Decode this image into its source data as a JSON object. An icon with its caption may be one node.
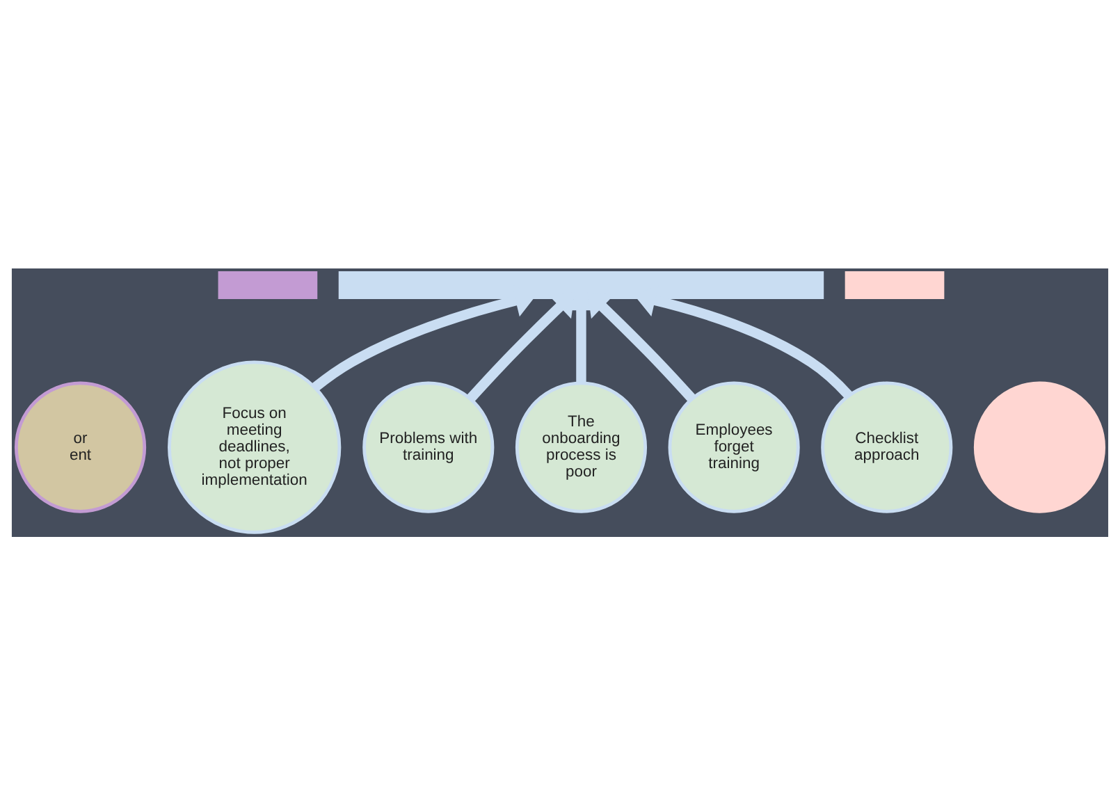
{
  "diagram": {
    "nodes": [
      {
        "text": [],
        "shape": "box"
      },
      {
        "text": [],
        "shape": "box"
      },
      {
        "text": [],
        "shape": "box"
      },
      {
        "text": [
          "or",
          "ent"
        ]
      },
      {
        "text": [
          "Focus on meeting deadlines, not proper implementation"
        ]
      },
      {
        "text": [
          "Problems with training"
        ]
      },
      {
        "text": [
          "The onboarding process is poor"
        ]
      },
      {
        "text": [
          "Employees forget training"
        ]
      },
      {
        "text": [
          "Checklist approach"
        ]
      },
      {
        "text": [],
        "shape": "circle"
      }
    ],
    "edges": [
      {
        "from": 4,
        "to": 1,
        "arrow": "to"
      },
      {
        "from": 5,
        "to": 1,
        "arrow": "to"
      },
      {
        "from": 6,
        "to": 1,
        "arrow": "to"
      },
      {
        "from": 7,
        "to": 1,
        "arrow": "to"
      },
      {
        "from": 8,
        "to": 1,
        "arrow": "to"
      }
    ]
  }
}
